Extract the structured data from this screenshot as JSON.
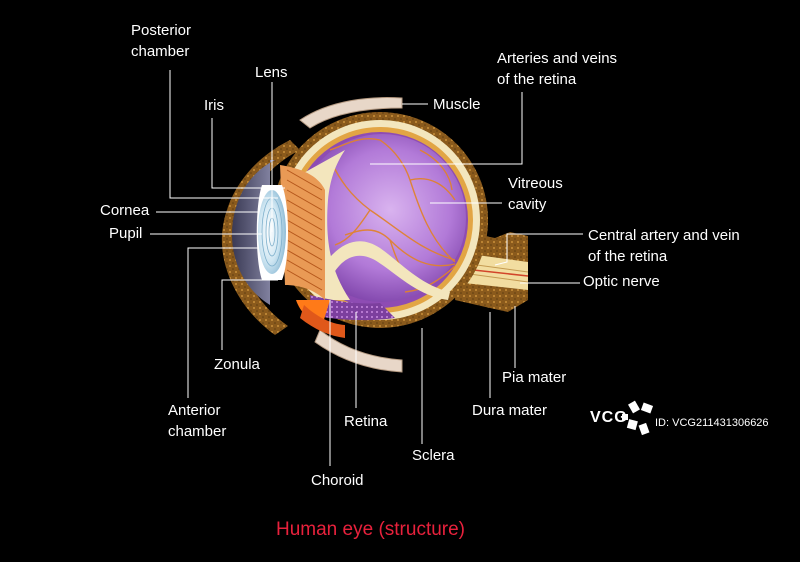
{
  "caption": "Human eye (structure)",
  "colors": {
    "background": "#000000",
    "caption": "#e8213c",
    "label": "#ffffff",
    "leader_line": "#ffffff",
    "sclera": "#a9742a",
    "vitreous": "#b07ad6",
    "retina_vessel": "#e07a2a",
    "lens": "#cfe6f2"
  },
  "labels": {
    "posterior_chamber": "Posterior\nchamber",
    "lens": "Lens",
    "iris": "Iris",
    "cornea": "Cornea",
    "pupil": "Pupil",
    "zonula": "Zonula",
    "anterior_chamber": "Anterior\nchamber",
    "choroid": "Choroid",
    "retina": "Retina",
    "sclera": "Sclera",
    "muscle": "Muscle",
    "arteries_veins": "Arteries and veins\nof the retina",
    "vitreous_cavity": "Vitreous\ncavity",
    "central_artery": "Central artery and vein\nof the retina",
    "optic_nerve": "Optic nerve",
    "pia_mater": "Pia mater",
    "dura_mater": "Dura mater"
  },
  "watermark": {
    "logo_text": "VCG",
    "id_text": "ID: VCG211431306626"
  }
}
